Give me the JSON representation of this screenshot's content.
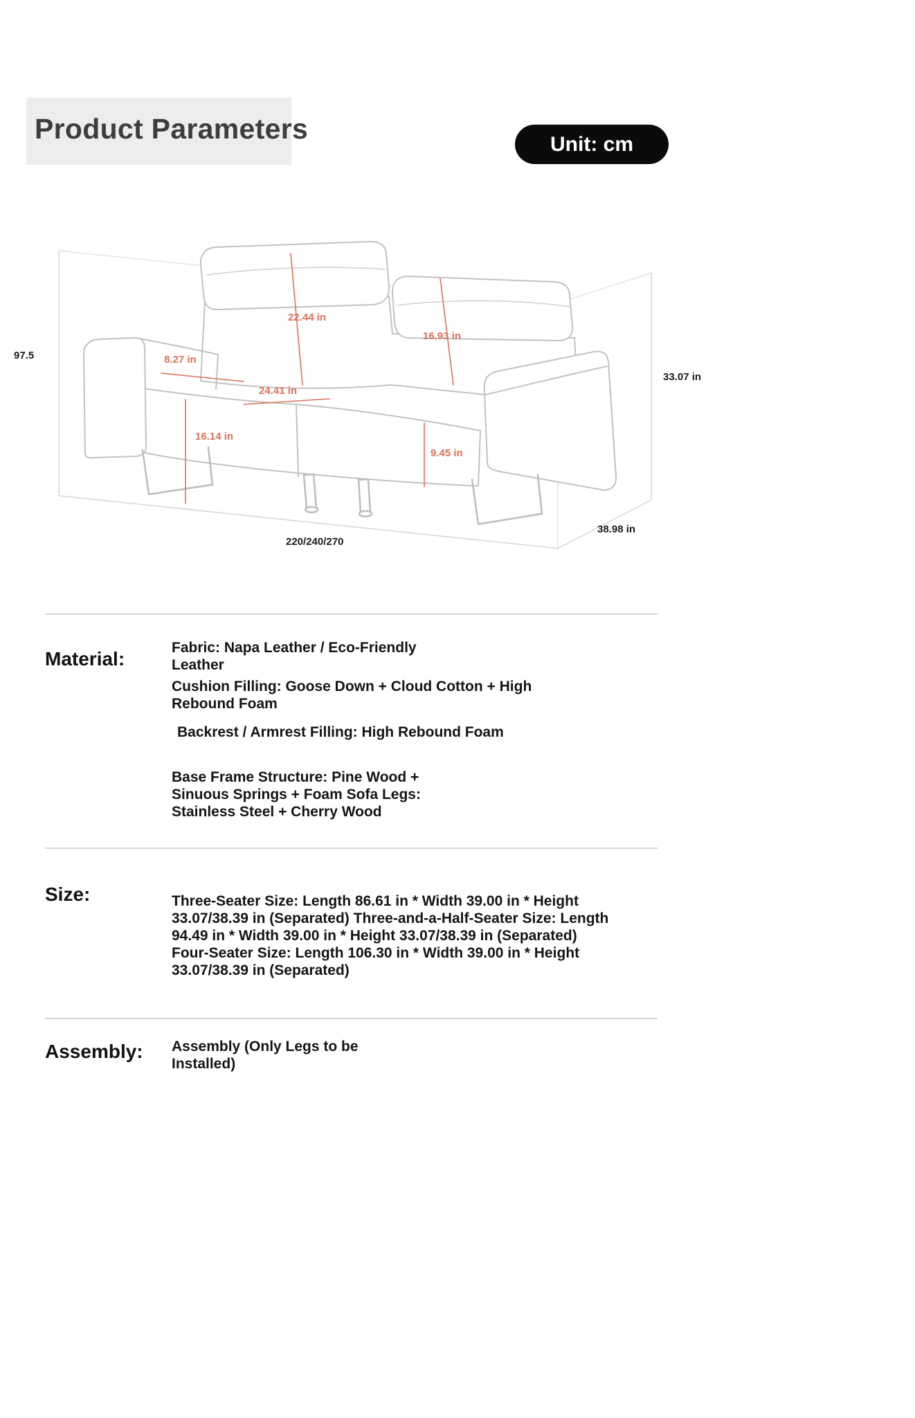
{
  "header": {
    "title": "Product Parameters",
    "unit_label": "Unit: cm"
  },
  "diagram": {
    "labels": {
      "overall_height": "97.5",
      "side_height": "33.07 in",
      "backrest_diagonal": "22.44 in",
      "back_cushion_height": "16.93 in",
      "armrest_width": "8.27 in",
      "seat_depth": "24.41 in",
      "seat_front_height": "16.14 in",
      "leg_height": "9.45 in",
      "length_options": "220/240/270",
      "depth": "38.98 in"
    }
  },
  "specs": {
    "material": {
      "label": "Material:",
      "items": [
        "Fabric: Napa Leather / Eco-Friendly Leather",
        "Cushion Filling: Goose Down + Cloud Cotton + High Rebound Foam",
        "Backrest / Armrest Filling: High Rebound Foam",
        "Base Frame Structure: Pine Wood + Sinuous Springs + Foam Sofa Legs: Stainless Steel + Cherry Wood"
      ]
    },
    "size": {
      "label": "Size:",
      "text": "Three-Seater Size: Length 86.61 in * Width 39.00 in * Height 33.07/38.39 in (Separated) Three-and-a-Half-Seater Size: Length 94.49 in * Width 39.00 in * Height 33.07/38.39 in (Separated) Four-Seater Size: Length 106.30 in * Width 39.00 in * Height 33.07/38.39 in (Separated)"
    },
    "assembly": {
      "label": "Assembly:",
      "text": "Assembly (Only Legs to be Installed)"
    }
  }
}
